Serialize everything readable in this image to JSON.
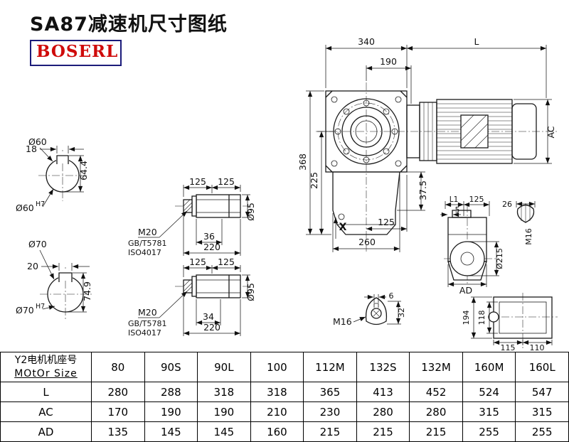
{
  "title": "SA87减速机尺寸图纸",
  "brand": "BOSERL",
  "views": {
    "shaft60": {
      "dia": "Ø60",
      "key_w": "18",
      "total_h": "64.4",
      "fit": "Ø60",
      "fit_sup": "H7"
    },
    "shaft70": {
      "dia": "Ø70",
      "key_w": "20",
      "total_h": "74.9",
      "fit": "Ø70",
      "fit_sup": "H7"
    },
    "hollow_top": {
      "seg1": "125",
      "seg2": "125",
      "thread": "M20",
      "std1": "GB/T5781",
      "std2": "ISO4017",
      "hub": "36",
      "total": "220",
      "dia": "Ø95"
    },
    "hollow_bot": {
      "seg1": "125",
      "seg2": "125",
      "thread": "M20",
      "std1": "GB/T5781",
      "std2": "ISO4017",
      "hub": "34",
      "total": "220",
      "dia": "Ø95"
    },
    "front": {
      "width": "340",
      "motor_len": "L",
      "flange": "190",
      "height": "368",
      "center_h": "225",
      "foot": "37.5",
      "bottom1": "125",
      "bottom2": "260",
      "x_mark": "X",
      "ac": "AC"
    },
    "side": {
      "l1": "L1",
      "d125": "125",
      "d5": "5",
      "d26": "26",
      "m16": "M16",
      "dia215": "Ø215",
      "ad": "AD"
    },
    "shaft_end": {
      "d6": "6",
      "d32": "32",
      "m16": "M16"
    },
    "rear": {
      "d194": "194",
      "d118": "118",
      "d115": "115",
      "d110": "110"
    }
  },
  "table": {
    "header_cn": "Y2电机机座号",
    "header_en": "MOtOr Size",
    "sizes": [
      "80",
      "90S",
      "90L",
      "100",
      "112M",
      "132S",
      "132M",
      "160M",
      "160L"
    ],
    "rows": [
      {
        "label": "L",
        "values": [
          "280",
          "288",
          "318",
          "318",
          "365",
          "413",
          "452",
          "524",
          "547"
        ]
      },
      {
        "label": "AC",
        "values": [
          "170",
          "190",
          "190",
          "210",
          "230",
          "280",
          "280",
          "315",
          "315"
        ]
      },
      {
        "label": "AD",
        "values": [
          "135",
          "145",
          "145",
          "160",
          "215",
          "215",
          "215",
          "255",
          "255"
        ]
      }
    ]
  }
}
